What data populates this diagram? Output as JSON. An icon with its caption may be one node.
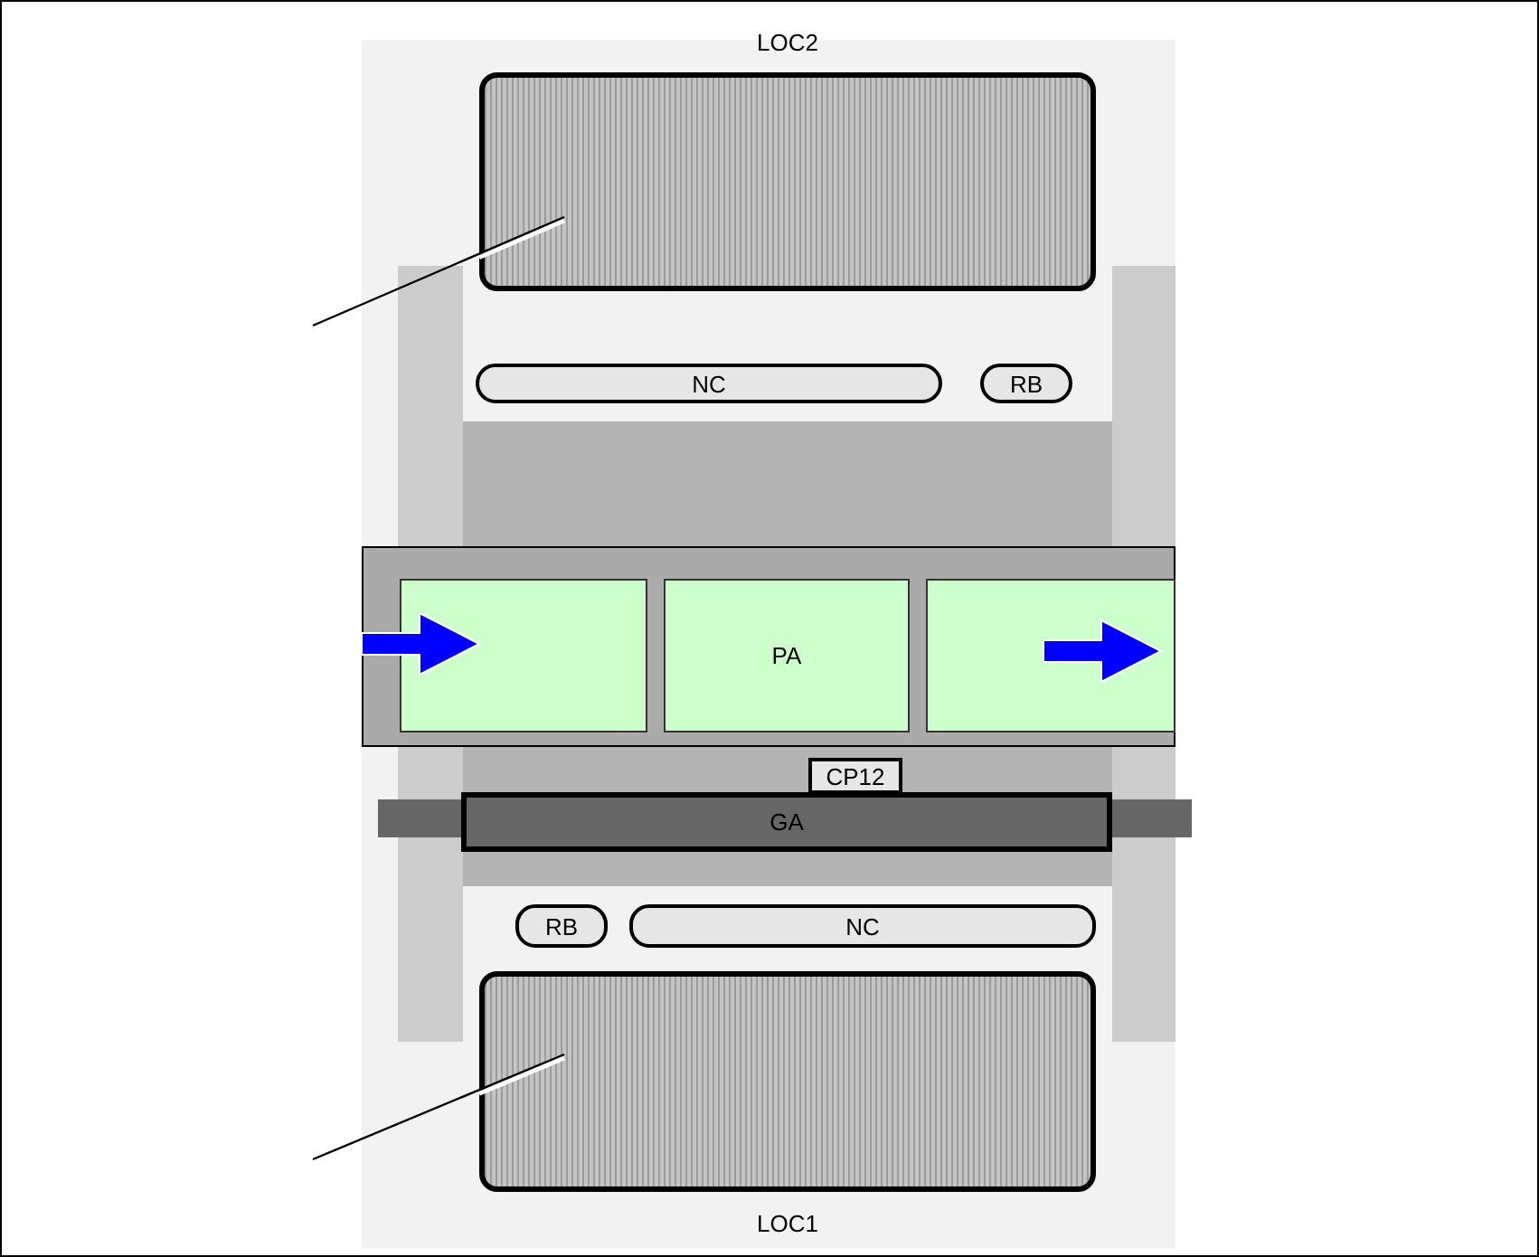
{
  "diagram": {
    "nodes": [
      {
        "text": [
          "LOC2"
        ]
      },
      {
        "text": [
          "NC"
        ]
      },
      {
        "text": [
          "RB"
        ]
      },
      {
        "text": [],
        "shape": "box"
      },
      {
        "text": [
          "PA"
        ]
      },
      {
        "text": [],
        "shape": "box"
      },
      {
        "text": [
          "CP12"
        ]
      },
      {
        "text": [
          "GA"
        ]
      },
      {
        "text": [
          "RB"
        ]
      },
      {
        "text": [
          "NC"
        ]
      },
      {
        "text": [
          "LOC1"
        ]
      }
    ],
    "edges": [
      {
        "from": null,
        "to": 0,
        "arrow": "none"
      },
      {
        "from": null,
        "to": 10,
        "arrow": "none"
      }
    ]
  }
}
